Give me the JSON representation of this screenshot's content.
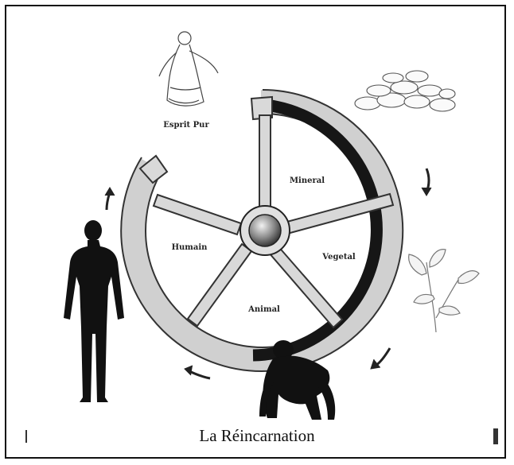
{
  "diagram": {
    "labels": {
      "esprit": "Esprit Pur",
      "mineral": "Mineral",
      "vegetal": "Vegetal",
      "animal": "Animal",
      "humain": "Humain"
    },
    "caption": "La Réincarnation"
  },
  "icons": {
    "spirit": "spirit-figure-icon",
    "stones": "stones-pile-icon",
    "plant": "plant-flower-icon",
    "ape": "ape-silhouette-icon",
    "human": "human-silhouette-icon",
    "arrow": "curved-arrow-icon"
  }
}
